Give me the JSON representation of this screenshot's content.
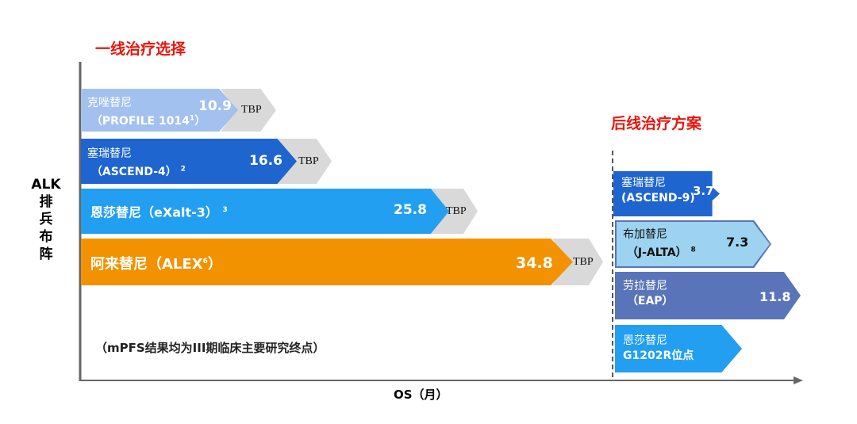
{
  "titles": {
    "first_line": "一线治疗选择",
    "later_line": "后线治疗方案"
  },
  "axis": {
    "y_label_lines": [
      "ALK",
      "排",
      "兵",
      "布",
      "阵"
    ],
    "x_label": "OS（月）"
  },
  "note": "（mPFS结果均为III期临床主要研究终点）",
  "tbp": "TBP",
  "chart_data": {
    "type": "bar",
    "orientation": "horizontal",
    "xlabel": "OS（月）",
    "ylabel": "ALK排兵布阵",
    "first_line": [
      {
        "drug": "克唑替尼",
        "trial": "（PROFILE 1014",
        "ref": "1",
        "trial_end": "）",
        "value": 10.9,
        "display": "10.9",
        "color": "#a3c1ee",
        "os": "TBP"
      },
      {
        "drug": "塞瑞替尼",
        "trial": "（ASCEND-4）",
        "ref": "2",
        "value": 16.6,
        "display": "16.6",
        "color": "#1f65cf",
        "os": "TBP"
      },
      {
        "drug": "恩莎替尼（eXalt-3）",
        "ref": "3",
        "value": 25.8,
        "display": "25.8",
        "color": "#229ff0",
        "os": "TBP"
      },
      {
        "drug": "阿来替尼（ALEX",
        "ref": "6",
        "trial_end": "）",
        "value": 34.8,
        "display": "34.8",
        "color": "#f39200",
        "os": "TBP"
      }
    ],
    "later_line": [
      {
        "drug": "塞瑞替尼",
        "trial": "(ASCEND-9)",
        "value": 3.7,
        "display": "3.7",
        "color": "#1f65cf"
      },
      {
        "drug": "布加替尼",
        "trial": "（J-ALTA）",
        "ref": "8",
        "value": 7.3,
        "display": "7.3",
        "color": "#9dd3f0"
      },
      {
        "drug": "劳拉替尼",
        "trial": "（EAP）",
        "value": 11.8,
        "display": "11.8",
        "color": "#5a74b9"
      },
      {
        "drug": "恩莎替尼",
        "trial": "G1202R位点",
        "color": "#229ff0"
      }
    ]
  }
}
